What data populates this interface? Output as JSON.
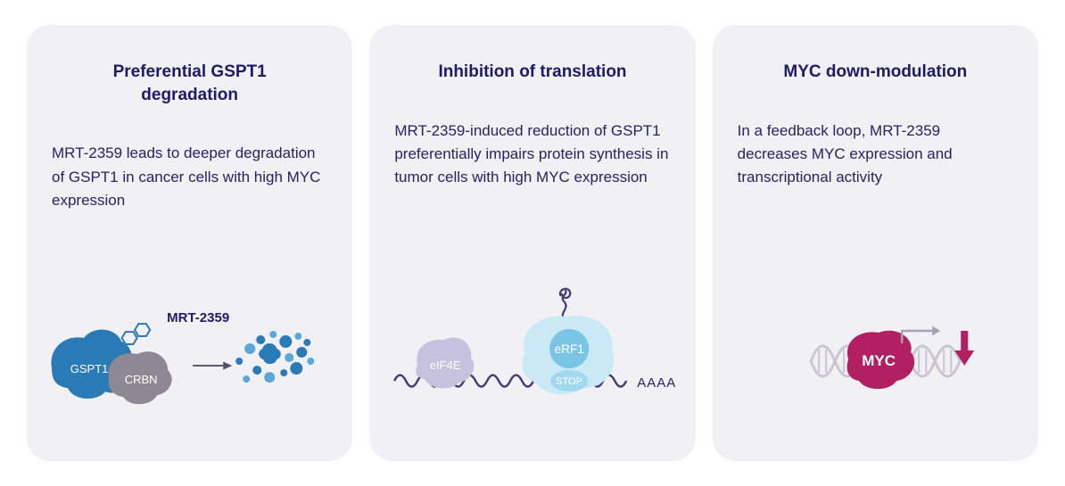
{
  "cards": [
    {
      "title": "Preferential GSPT1 degradation",
      "body": "MRT-2359 leads to deeper degradation of GSPT1 in cancer cells with high MYC expression",
      "labels": {
        "drug": "MRT-2359",
        "protein1": "GSPT1",
        "protein2": "CRBN"
      }
    },
    {
      "title": "Inhibition of translation",
      "body": "MRT-2359-induced reduction of GSPT1 preferentially impairs protein synthesis in tumor cells with high MYC expression",
      "labels": {
        "factor": "eIF4E",
        "release_factor": "eRF1",
        "codon": "STOP",
        "poly_a": "AAAA"
      }
    },
    {
      "title": "MYC down-modulation",
      "body": "In a feedback loop, MRT-2359 decreases MYC expression and transcriptional activity",
      "labels": {
        "gene": "MYC"
      }
    }
  ],
  "colors": {
    "card_bg": "#f1f0f4",
    "title_navy": "#1e1a66",
    "body_navy": "#272261",
    "gspt1_blue": "#2a7ab6",
    "fragment_light_blue": "#5aa8d8",
    "crbn_gray": "#8d8894",
    "mrna_purple": "#453973",
    "eif4e_lavender": "#c6c2de",
    "ribosome_light_blue": "#c8e9f5",
    "erf1_blue": "#7ac4e5",
    "stop_blue": "#a2d9ee",
    "myc_magenta": "#b21f63",
    "dna_gray": "#c9c6d2",
    "arrow_gray": "#a5a2b2"
  }
}
